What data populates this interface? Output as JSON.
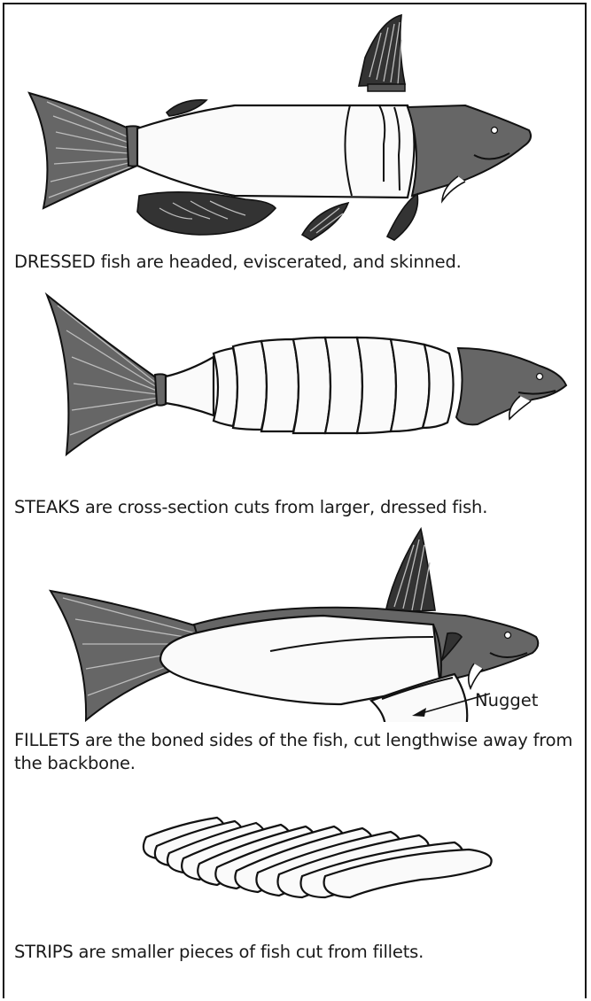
{
  "panels": [
    {
      "caption": "DRESSED fish are headed, eviscerated, and skinned."
    },
    {
      "caption": "STEAKS are cross-section cuts from larger, dressed fish."
    },
    {
      "caption": "FILLETS are the boned sides of the fish, cut lengthwise away from the backbone."
    },
    {
      "caption": "STRIPS are smaller pieces of fish cut from fillets."
    }
  ],
  "callouts": {
    "nugget": "Nugget"
  }
}
